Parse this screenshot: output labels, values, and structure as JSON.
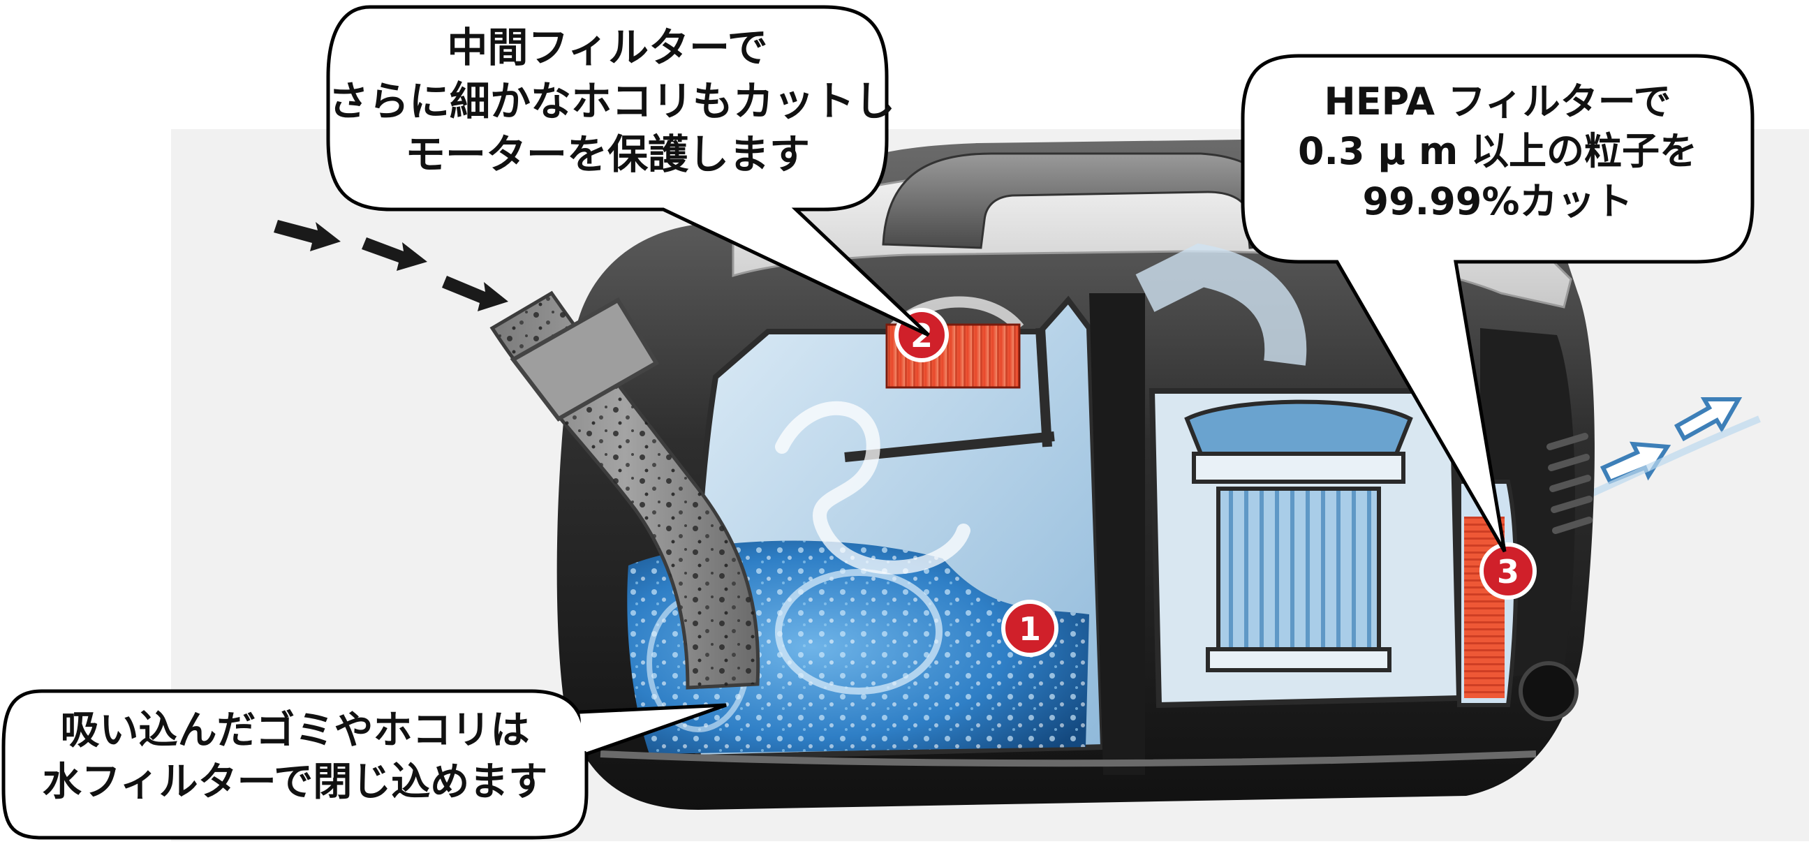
{
  "callouts": {
    "intermediate_filter": {
      "lines": [
        "中間フィルターで",
        "さらに細かなホコリもカットし",
        "モーターを保護します"
      ]
    },
    "hepa_filter": {
      "lines": [
        "HEPA フィルターで",
        "0.3 μ m 以上の粒子を",
        "99.99%カット"
      ]
    },
    "water_filter": {
      "lines": [
        "吸い込んだゴミやホコリは",
        "水フィルターで閉じ込めます"
      ]
    }
  },
  "markers": {
    "water_filter": "1",
    "intermediate_filter": "2",
    "hepa_filter": "3"
  },
  "colors": {
    "water_blue": "#2f7fc6",
    "filter_red": "#e8472a",
    "marker_red": "#d0202a",
    "body_dark": "#2a2a2a",
    "panel_light_blue": "#b9d6ea"
  }
}
